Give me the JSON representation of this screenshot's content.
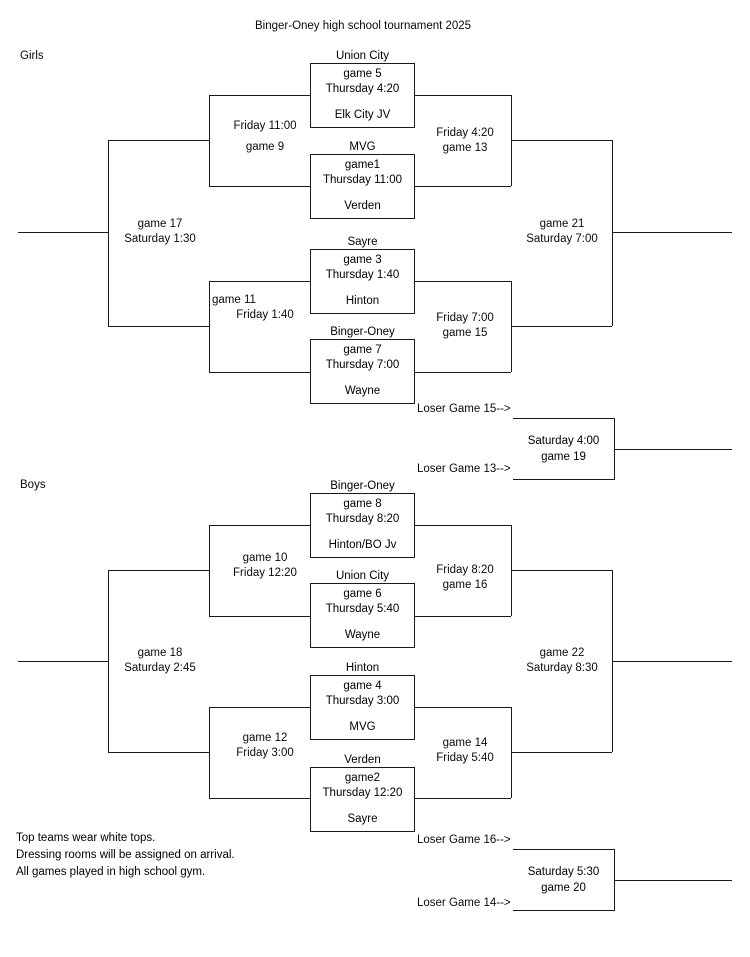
{
  "document": {
    "title": "Binger-Oney high school tournament 2025",
    "sections": {
      "girls_label": "Girls",
      "boys_label": "Boys"
    },
    "notes": [
      "Top teams wear white tops.",
      "Dressing rooms will be assigned on arrival.",
      "All games played in high school gym."
    ]
  },
  "girls": {
    "round1": [
      {
        "id": "game-5",
        "top_team": "Union City",
        "game": "game 5",
        "time": "Thursday 4:20",
        "bottom_team": "Elk City JV"
      },
      {
        "id": "game-1",
        "top_team": "MVG",
        "game": "game1",
        "time": "Thursday 11:00",
        "bottom_team": "Verden"
      },
      {
        "id": "game-3",
        "top_team": "Sayre",
        "game": "game 3",
        "time": "Thursday 1:40",
        "bottom_team": "Hinton"
      },
      {
        "id": "game-7",
        "top_team": "Binger-Oney",
        "game": "game 7",
        "time": "Thursday 7:00",
        "bottom_team": "Wayne"
      }
    ],
    "round2": [
      {
        "id": "game-9",
        "line1": "Friday 11:00",
        "line2": "game 9"
      },
      {
        "id": "game-11",
        "line1": "game 11",
        "line2": "Friday 1:40"
      }
    ],
    "round3": [
      {
        "id": "game-13",
        "line1": "Friday 4:20",
        "line2": "game 13"
      },
      {
        "id": "game-15",
        "line1": "Friday 7:00",
        "line2": "game 15"
      }
    ],
    "final_left": {
      "id": "game-17",
      "line1": "game 17",
      "line2": "Saturday 1:30"
    },
    "final_right": {
      "id": "game-21",
      "line1": "game 21",
      "line2": "Saturday 7:00"
    }
  },
  "girls_consolation": {
    "feed_top": "Loser Game 15-->",
    "feed_bottom": "Loser Game 13-->",
    "line1": "Saturday 4:00",
    "line2": "game 19"
  },
  "boys": {
    "round1": [
      {
        "id": "game-8",
        "top_team": "Binger-Oney",
        "game": "game 8",
        "time": "Thursday 8:20",
        "bottom_team": "Hinton/BO Jv"
      },
      {
        "id": "game-6",
        "top_team": "Union City",
        "game": "game 6",
        "time": "Thursday 5:40",
        "bottom_team": "Wayne"
      },
      {
        "id": "game-4",
        "top_team": "Hinton",
        "game": "game 4",
        "time": "Thursday 3:00",
        "bottom_team": "MVG"
      },
      {
        "id": "game-2",
        "top_team": "Verden",
        "game": "game2",
        "time": "Thursday 12:20",
        "bottom_team": "Sayre"
      }
    ],
    "round2": [
      {
        "id": "game-10",
        "line1": "game 10",
        "line2": "Friday 12:20"
      },
      {
        "id": "game-12",
        "line1": "game 12",
        "line2": "Friday 3:00"
      }
    ],
    "round3": [
      {
        "id": "game-16",
        "line1": "Friday 8:20",
        "line2": "game 16"
      },
      {
        "id": "game-14",
        "line1": "game 14",
        "line2": "Friday 5:40"
      }
    ],
    "final_left": {
      "id": "game-18",
      "line1": "game 18",
      "line2": "Saturday 2:45"
    },
    "final_right": {
      "id": "game-22",
      "line1": "game 22",
      "line2": "Saturday 8:30"
    }
  },
  "boys_consolation": {
    "feed_top": "Loser Game 16-->",
    "feed_bottom": "Loser Game 14-->",
    "line1": "Saturday 5:30",
    "line2": "game 20"
  },
  "colors": {
    "line": "#1a1a1a",
    "text": "#0a0a0a",
    "background": "#ffffff"
  }
}
